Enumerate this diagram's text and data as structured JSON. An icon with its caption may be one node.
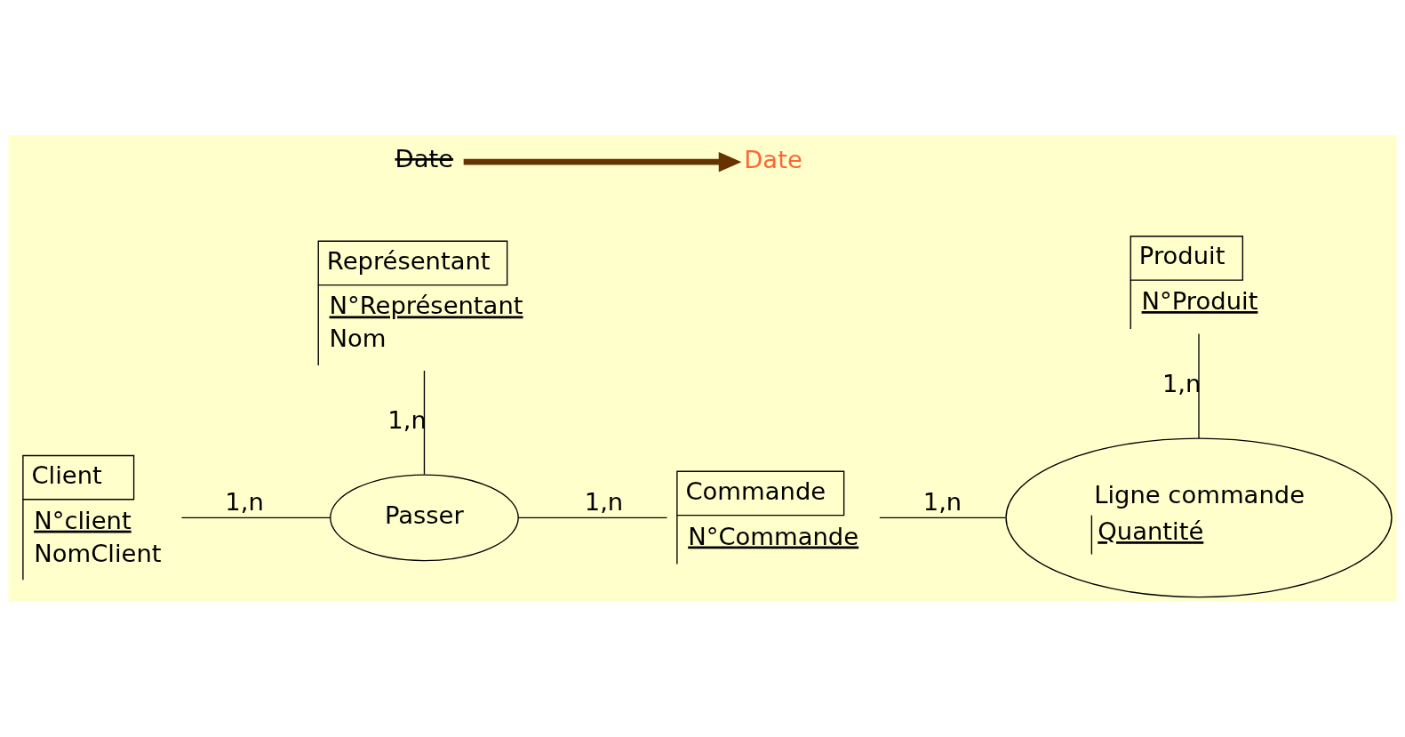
{
  "diagram": {
    "nodes": [
      {
        "text": [
          "Représentant",
          "N°Représentant",
          "Nom"
        ]
      },
      {
        "text": [
          "Produit",
          "N°Produit"
        ]
      },
      {
        "text": [
          "Ligne commande",
          "Quantité"
        ]
      },
      {
        "text": [
          "Client",
          "N°client",
          "NomClient"
        ]
      },
      {
        "text": [
          "Passer"
        ]
      },
      {
        "text": [
          "Commande",
          "N°Commande"
        ]
      },
      {
        "text": [
          "Date"
        ]
      },
      {
        "text": [
          "Date"
        ]
      }
    ],
    "edges": [
      {
        "from": 0,
        "to": 4,
        "arrow": "none",
        "label": "1,n"
      },
      {
        "from": 1,
        "to": 2,
        "arrow": "none",
        "label": "1,n"
      },
      {
        "from": 3,
        "to": 4,
        "arrow": "none",
        "label": "1,n"
      },
      {
        "from": 4,
        "to": 5,
        "arrow": "none",
        "label": "1,n"
      },
      {
        "from": 5,
        "to": 2,
        "arrow": "none",
        "label": "1,n"
      },
      {
        "from": 6,
        "to": 7,
        "arrow": "to",
        "style": "thick",
        "color": "#663300"
      }
    ]
  }
}
